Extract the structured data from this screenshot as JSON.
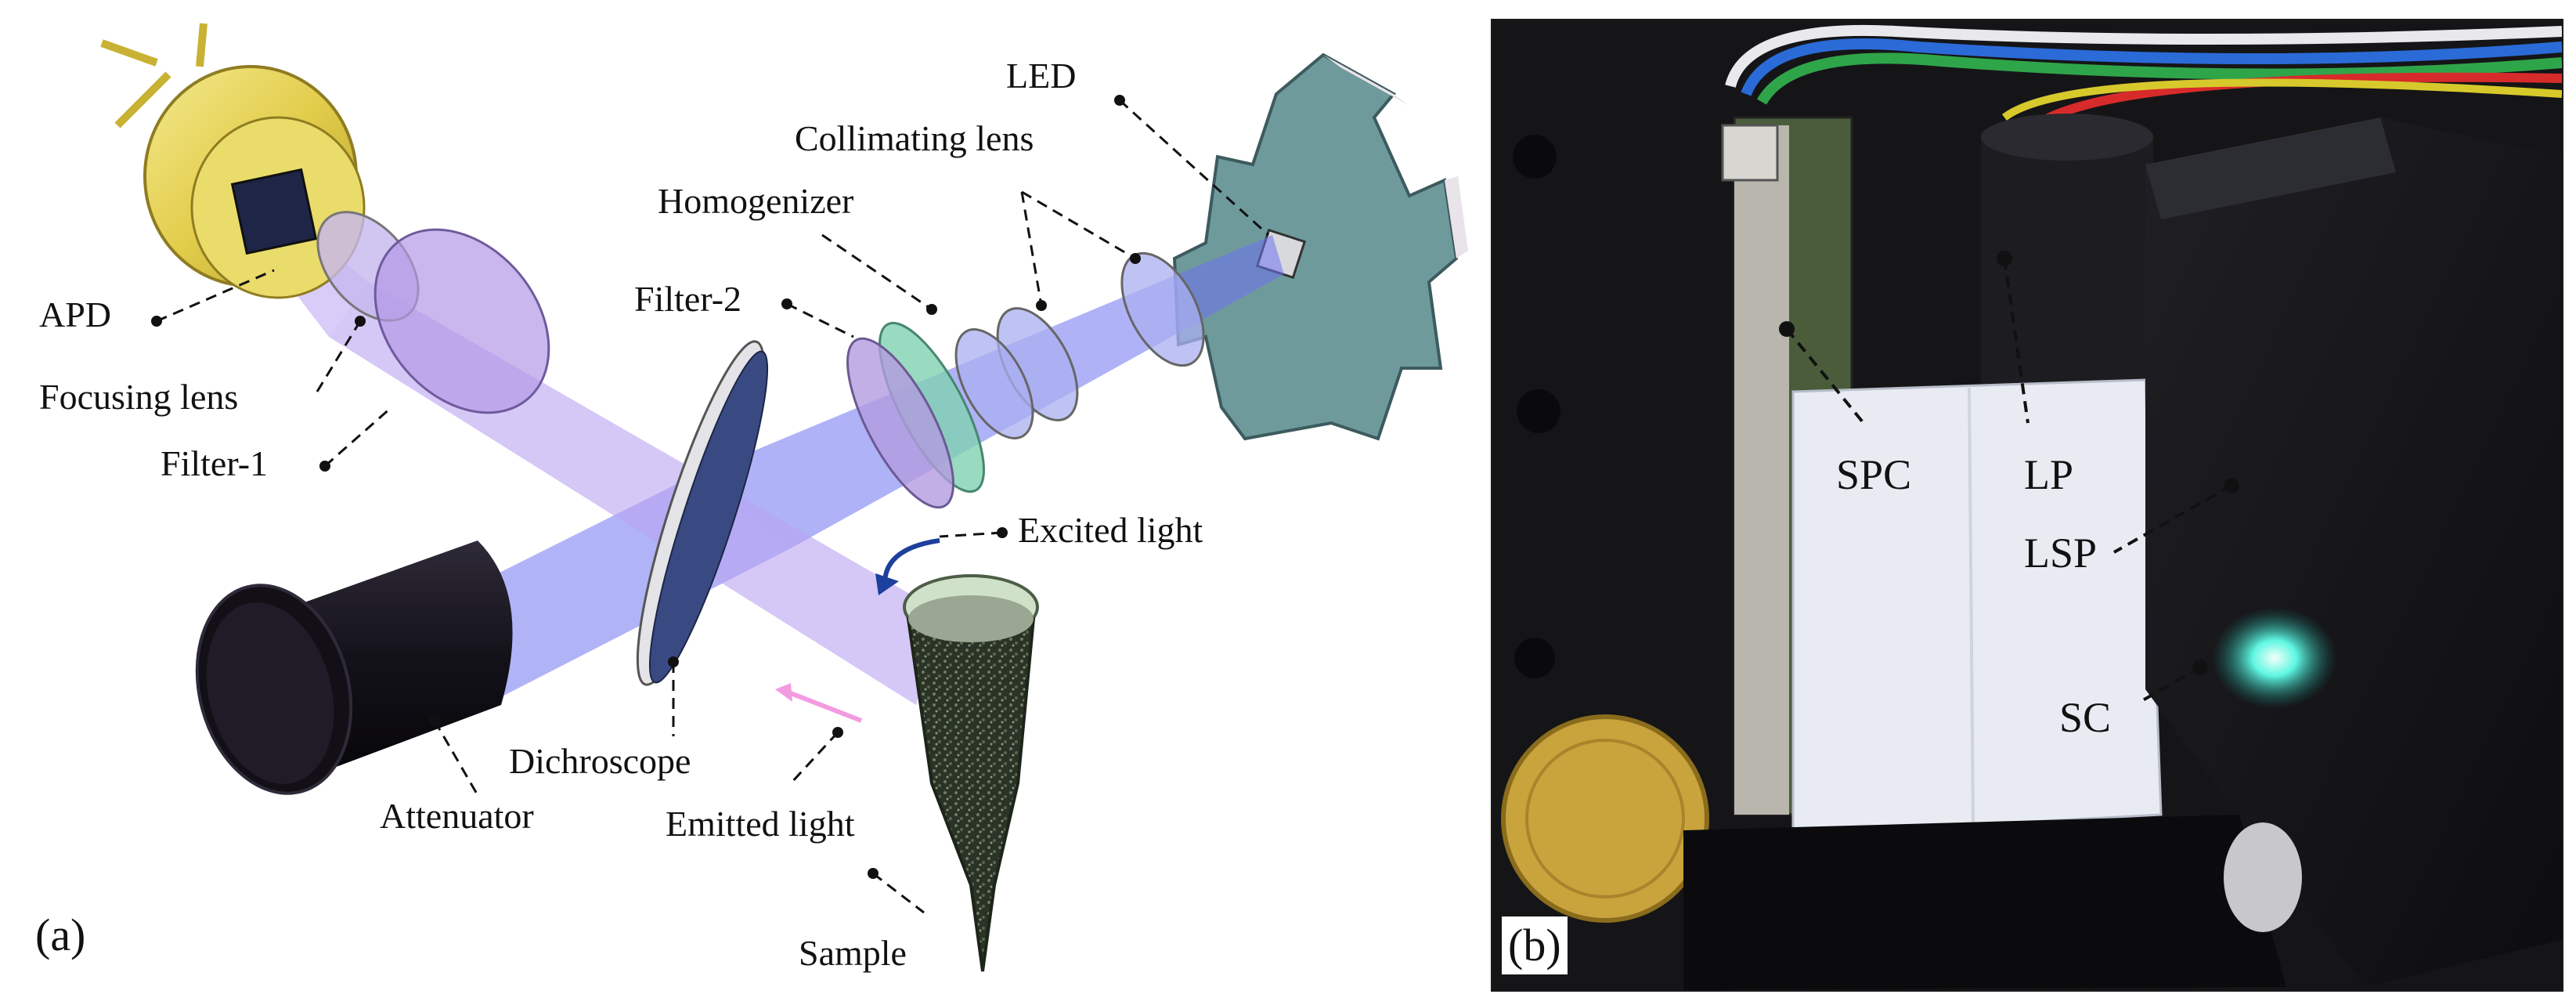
{
  "panel_a": {
    "tag": "(a)",
    "labels": {
      "led": "LED",
      "collimating_lens": "Collimating lens",
      "homogenizer": "Homogenizer",
      "filter_2": "Filter-2",
      "apd": "APD",
      "focusing_lens": "Focusing lens",
      "filter_1": "Filter-1",
      "excited_light": "Excited light",
      "dichroscope": "Dichroscope",
      "attenuator": "Attenuator",
      "emitted_light": "Emitted light",
      "sample": "Sample"
    }
  },
  "panel_b": {
    "tag": "(b)",
    "labels": {
      "spc": "SPC",
      "lp": "LP",
      "lsp": "LSP",
      "sc": "SC"
    }
  },
  "colors": {
    "beam_excited": "#6f72f0",
    "beam_emitted": "#b9a3f2",
    "apd_gold": "#e6d35a",
    "led_board": "#6e9a9c",
    "attenuator": "#1c1a24",
    "photo_background": "#151517",
    "paper": "#e8ecf2",
    "glow": "#39f0d8"
  }
}
